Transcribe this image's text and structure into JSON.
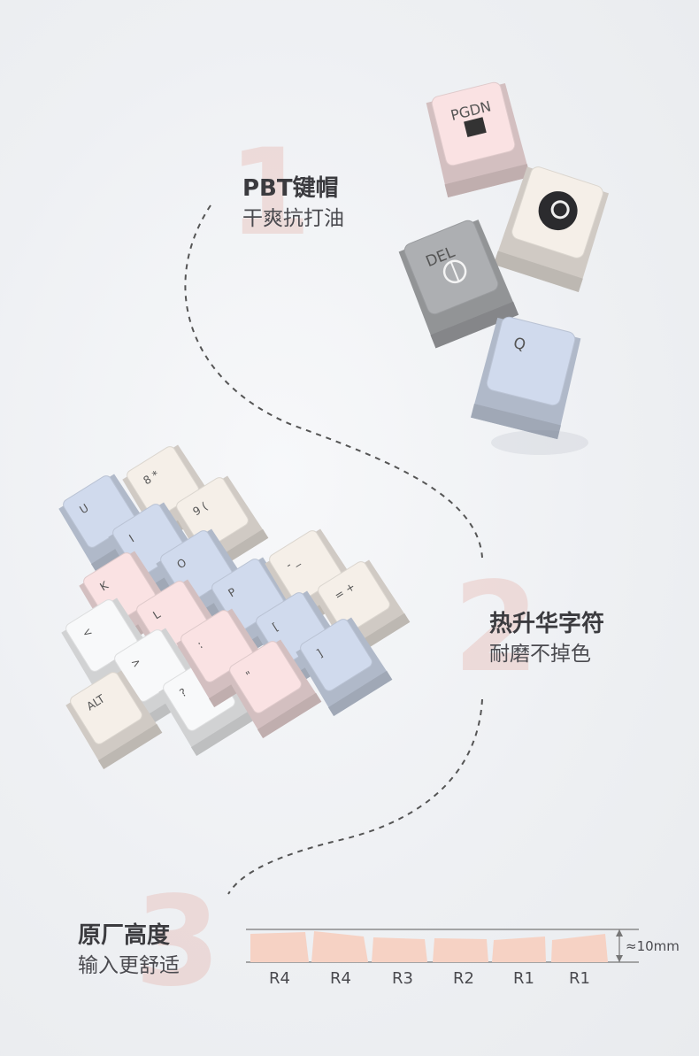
{
  "features": [
    {
      "number": "1",
      "title": "PBT键帽",
      "subtitle": "干爽抗打油"
    },
    {
      "number": "2",
      "title": "热升华字符",
      "subtitle": "耐磨不掉色"
    },
    {
      "number": "3",
      "title": "原厂高度",
      "subtitle": "输入更舒适"
    }
  ],
  "floating_keycaps": [
    {
      "legend": "PGDN",
      "color": "pink"
    },
    {
      "legend": "",
      "color": "cream"
    },
    {
      "legend": "DEL",
      "color": "gray"
    },
    {
      "legend": "Q",
      "color": "blue"
    }
  ],
  "keycap_cluster": {
    "legends": [
      "U",
      "8 *",
      "9 (",
      "I",
      "O",
      "K",
      "L",
      "P",
      "- _",
      "= +",
      "<",
      ">",
      "?",
      ":",
      "[",
      "]",
      "\"",
      "ALT"
    ]
  },
  "profile": {
    "rows": [
      "R4",
      "R4",
      "R3",
      "R2",
      "R1",
      "R1"
    ],
    "height_label": "≈10mm",
    "fill_color": "#f6d2c4"
  },
  "colors": {
    "pink": "#f0d9da",
    "cream": "#ece6df",
    "gray": "#a6a8ab",
    "blue": "#c8d2e4",
    "white": "#eeeff0"
  }
}
